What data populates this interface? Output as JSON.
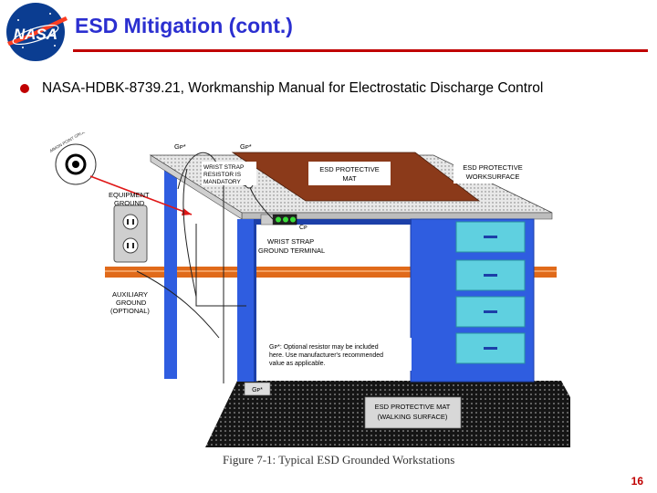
{
  "logo": {
    "text": "NASA",
    "icon": "nasa-meatball-logo"
  },
  "slide": {
    "title": "ESD Mitigation (cont.)",
    "bullet": "NASA-HDBK-8739.21, Workmanship Manual for Electrostatic Discharge Control",
    "page_number": "16"
  },
  "figure": {
    "caption": "Figure 7-1:  Typical ESD Grounded Workstations",
    "labels": {
      "common_point_ground": "ESD COMMON POINT GROUND",
      "rp_left": "Gᴘ*",
      "rp_right": "Gᴘ*",
      "wrist_strap_resistor_1": "WRIST STRAP",
      "wrist_strap_resistor_2": "RESISTOR IS",
      "wrist_strap_resistor_3": "MANDATORY",
      "mat_1": "ESD PROTECTIVE",
      "mat_2": "MAT",
      "worksurface_1": "ESD PROTECTIVE",
      "worksurface_2": "WORKSURFACE",
      "equipment_ground_1": "EQUIPMENT",
      "equipment_ground_2": "GROUND",
      "cp": "Cᴘ",
      "terminal_1": "WRIST STRAP",
      "terminal_2": "GROUND TERMINAL",
      "auxiliary_1": "AUXILIARY",
      "auxiliary_2": "GROUND",
      "auxiliary_3": "(OPTIONAL)",
      "note_1": "Gᴘ*: Optional resistor may be included",
      "note_2": "here.  Use manufacturer's recommended",
      "note_3": "value as applicable.",
      "rp_floor": "Gᴘ*",
      "floor_mat_1": "ESD PROTECTIVE MAT",
      "floor_mat_2": "(WALKING SURFACE)"
    }
  },
  "colors": {
    "title": "#2b2fd0",
    "rule": "#c00000",
    "bullet": "#c00000",
    "page_number": "#c00000",
    "desk_blue": "#2f5de0",
    "mat_brown": "#8b3a1a",
    "drawer_cyan": "#5fd0e0",
    "ground_wire": "#e06a1a",
    "floor_mat": "#1a1a1a"
  }
}
